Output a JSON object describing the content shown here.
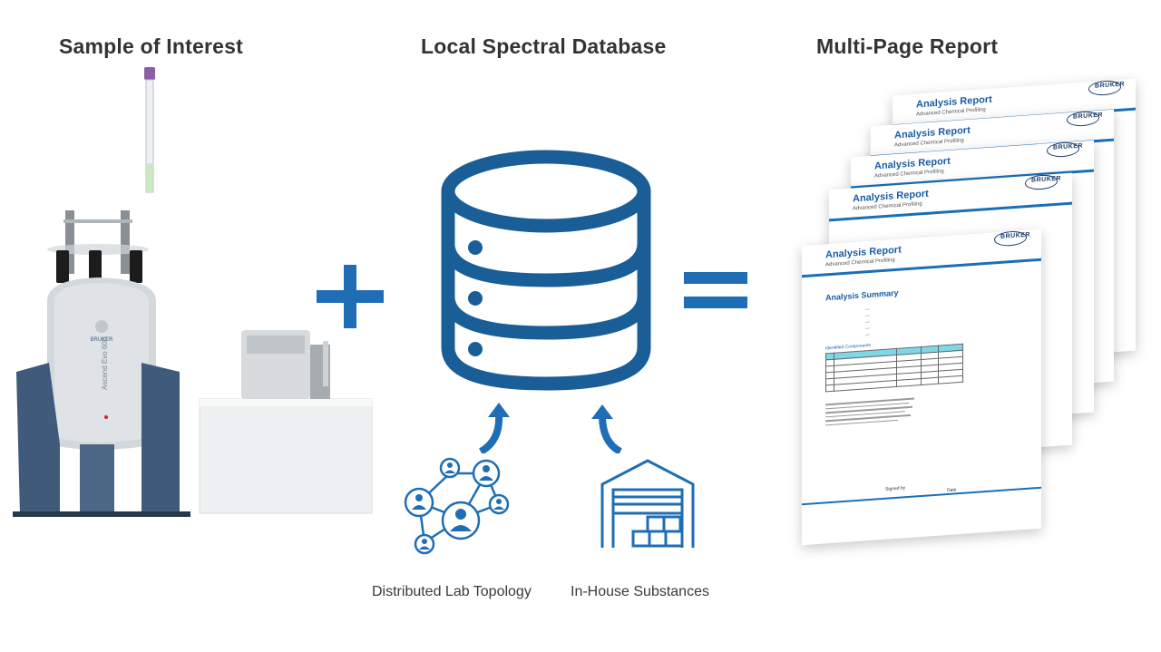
{
  "headings": {
    "sample": "Sample of Interest",
    "database": "Local Spectral Database",
    "report": "Multi-Page Report"
  },
  "captions": {
    "lab_topology": "Distributed Lab Topology",
    "in_house": "In-House Substances"
  },
  "operators": {
    "plus": "+",
    "equals": "="
  },
  "instrument": {
    "brand": "BRUKER",
    "magnet_label": "Ascend Evo 600"
  },
  "report_pages": {
    "title": "Analysis Report",
    "subtitle": "Advanced Chemical Profiling",
    "logo": "BRUKER",
    "summary_title": "Analysis Summary",
    "components_title": "Identified Components",
    "signed_by": "Signed by",
    "date_label": "Date"
  },
  "colors": {
    "brand_blue": "#1a5e97",
    "arrow_blue": "#1f6eb5",
    "heading_text": "#333333",
    "table_header": "#7fd6e6"
  },
  "icons": {
    "database": "database-icon",
    "network": "network-people-icon",
    "warehouse": "warehouse-icon",
    "arrow": "curved-arrow-up-icon"
  }
}
